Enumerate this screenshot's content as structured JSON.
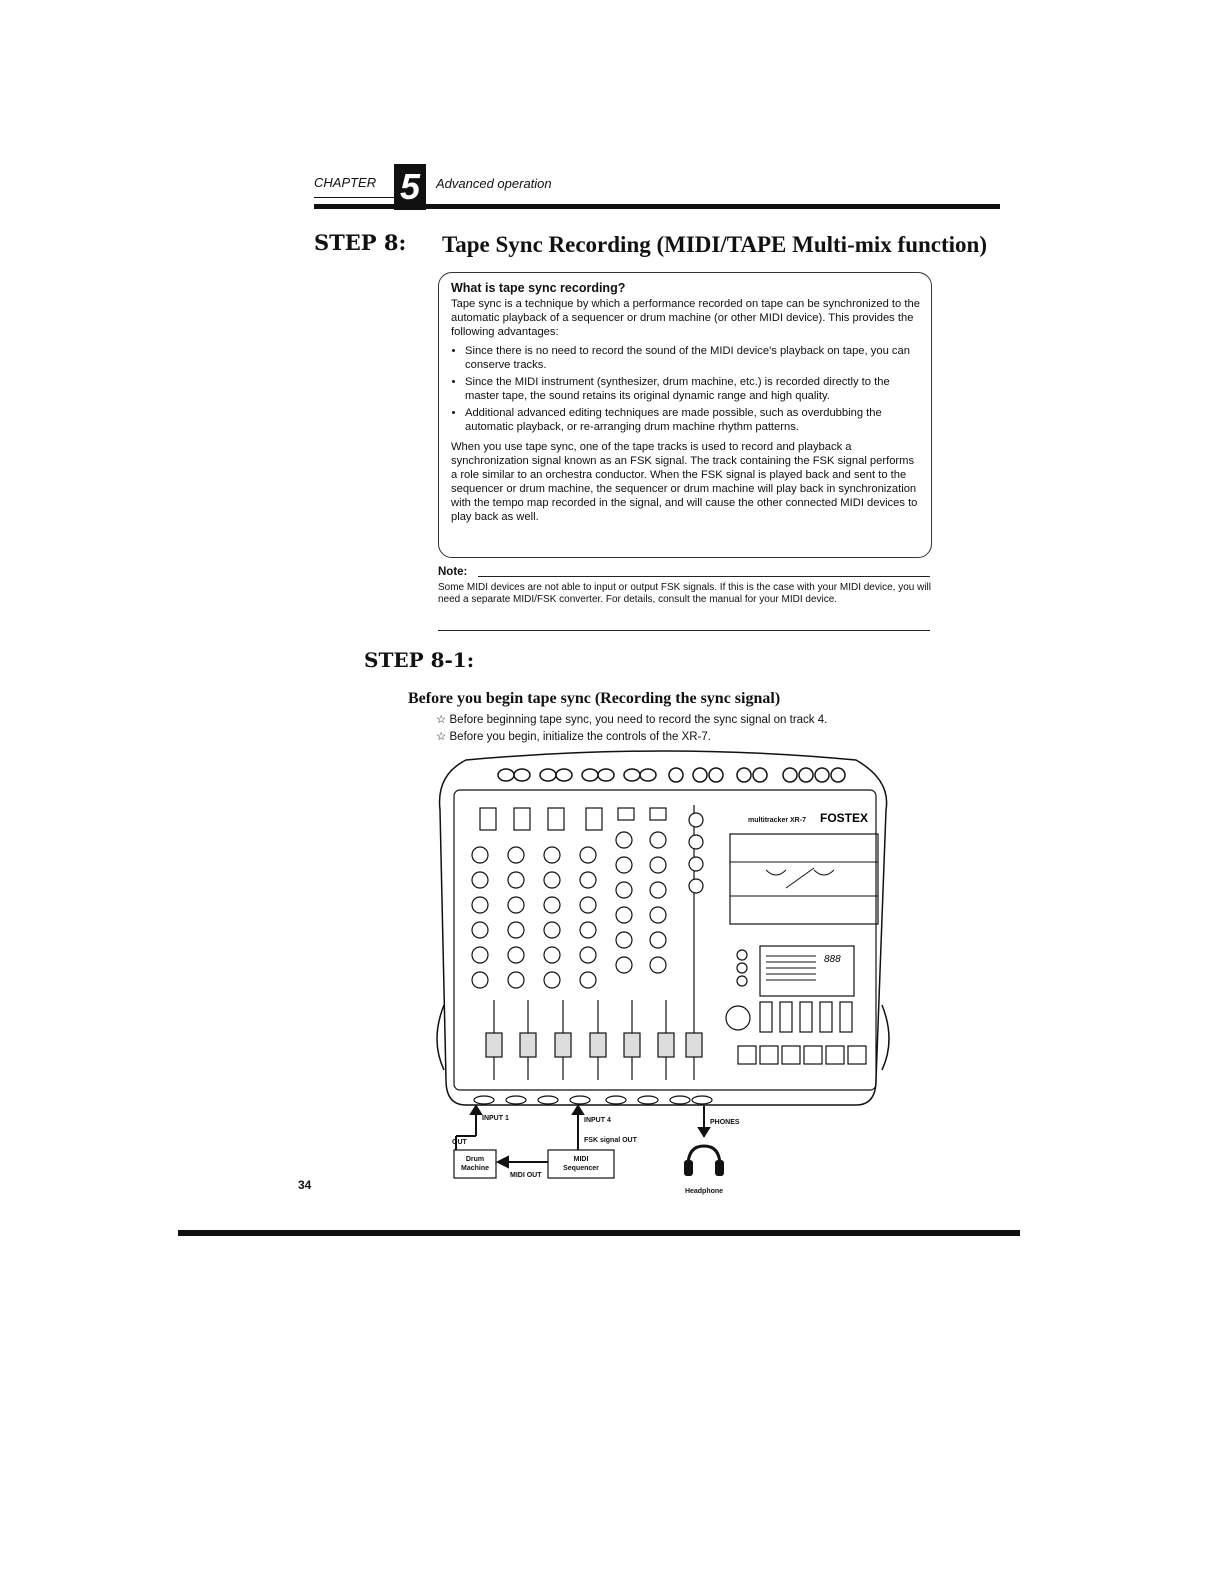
{
  "header": {
    "chapter_label": "CHAPTER",
    "chapter_number": "5",
    "chapter_title": "Advanced operation"
  },
  "step8": {
    "label": "STEP 8:",
    "title": "Tape Sync Recording (MIDI/TAPE Multi-mix function)"
  },
  "box": {
    "title": "What is tape sync recording?",
    "intro": "Tape sync is a technique by which a performance recorded on tape can be synchronized to the automatic playback of a sequencer or drum machine (or other MIDI device). This provides the following advantages:",
    "advantages": [
      "Since there is no need to record the sound of the MIDI device's playback on tape, you can conserve tracks.",
      "Since the MIDI instrument (synthesizer, drum machine, etc.) is recorded directly to the master tape, the sound retains its original dynamic range and high quality.",
      "Additional advanced editing techniques are made possible, such as overdubbing the automatic playback, or re-arranging drum machine rhythm patterns."
    ],
    "body": "When you use tape sync, one of the tape tracks is used to record and playback a synchronization signal known as an FSK signal. The track containing the FSK signal performs a role similar to an orchestra conductor. When the FSK signal is played back and sent to the sequencer or drum machine, the sequencer or drum machine will play back in synchronization with the tempo map recorded in the signal, and will cause the other connected MIDI devices to play back as well."
  },
  "note": {
    "label": "Note:",
    "text": "Some MIDI devices are not able to input or output FSK signals. If this is the case with your MIDI device, you will need a separate MIDI/FSK converter. For details, consult the manual for your MIDI device."
  },
  "step81": {
    "label": "STEP 8-1:",
    "subtitle": "Before you begin tape sync (Recording the sync signal)",
    "bullets": [
      "Before beginning tape sync, you need to record the sync signal on track 4.",
      "Before you begin, initialize the controls of the XR-7."
    ],
    "bullet_symbol": "☆"
  },
  "diagram": {
    "brand_model": "multitracker XR-7",
    "brand": "FOSTEX",
    "display_digits": "888",
    "labels": {
      "input1": "INPUT 1",
      "input4": "INPUT 4",
      "phones": "PHONES",
      "fsk_out": "FSK signal OUT",
      "out": "OUT",
      "drum_machine_line1": "Drum",
      "drum_machine_line2": "Machine",
      "midi_out": "MIDI OUT",
      "midi_seq_line1": "MIDI",
      "midi_seq_line2": "Sequencer",
      "headphone": "Headphone"
    }
  },
  "page_number": "34"
}
